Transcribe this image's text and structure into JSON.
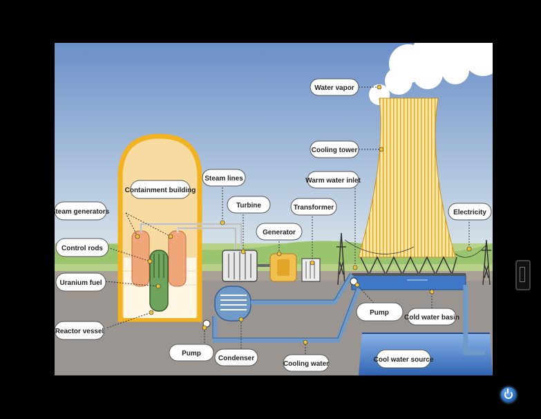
{
  "diagram": {
    "labels": {
      "water_vapor": "Water vapor",
      "cooling_tower": "Cooling tower",
      "containment_building": "Containment building",
      "steam_lines": "Steam lines",
      "warm_water_inlet": "Warm water inlet",
      "turbine": "Turbine",
      "transformer": "Transformer",
      "steam_generators": "Steam generators",
      "generator": "Generator",
      "electricity": "Electricity",
      "control_rods": "Control rods",
      "uranium_fuel": "Uranium fuel",
      "pump_right": "Pump",
      "cold_water_basin": "Cold water basin",
      "reactor_vessel": "Reactor vessel",
      "pump_left": "Pump",
      "condenser": "Condenser",
      "cooling_water": "Cooling water",
      "cool_water_source": "Cool water source"
    }
  },
  "colors": {
    "sky_top": "#6a8fc8",
    "sky_bottom": "#dfe9ec",
    "ground": "#9a9590",
    "grass": "#b8d28a",
    "containment": "#f3b321",
    "tower": "#f6e7a7",
    "pipe": "#6f9ac7",
    "water": "#3f78c6"
  },
  "ui": {
    "power_icon": "power-icon"
  }
}
